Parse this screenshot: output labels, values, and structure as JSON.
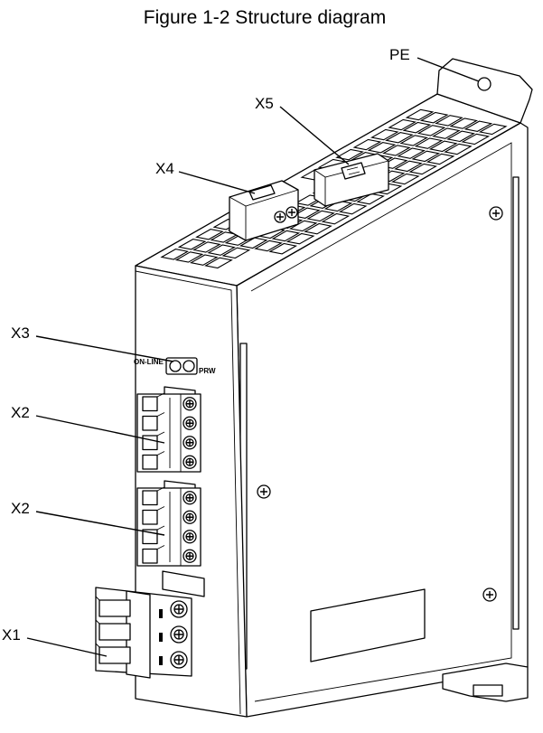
{
  "figure": {
    "title": "Figure 1-2 Structure diagram"
  },
  "callouts": {
    "pe": "PE",
    "x5": "X5",
    "x4": "X4",
    "x3": "X3",
    "x2_upper": "X2",
    "x2_lower": "X2",
    "x1": "X1"
  },
  "indicators": {
    "online": "ON-LINE",
    "power": "PRW"
  },
  "colors": {
    "line": "#000000",
    "background": "#ffffff"
  }
}
